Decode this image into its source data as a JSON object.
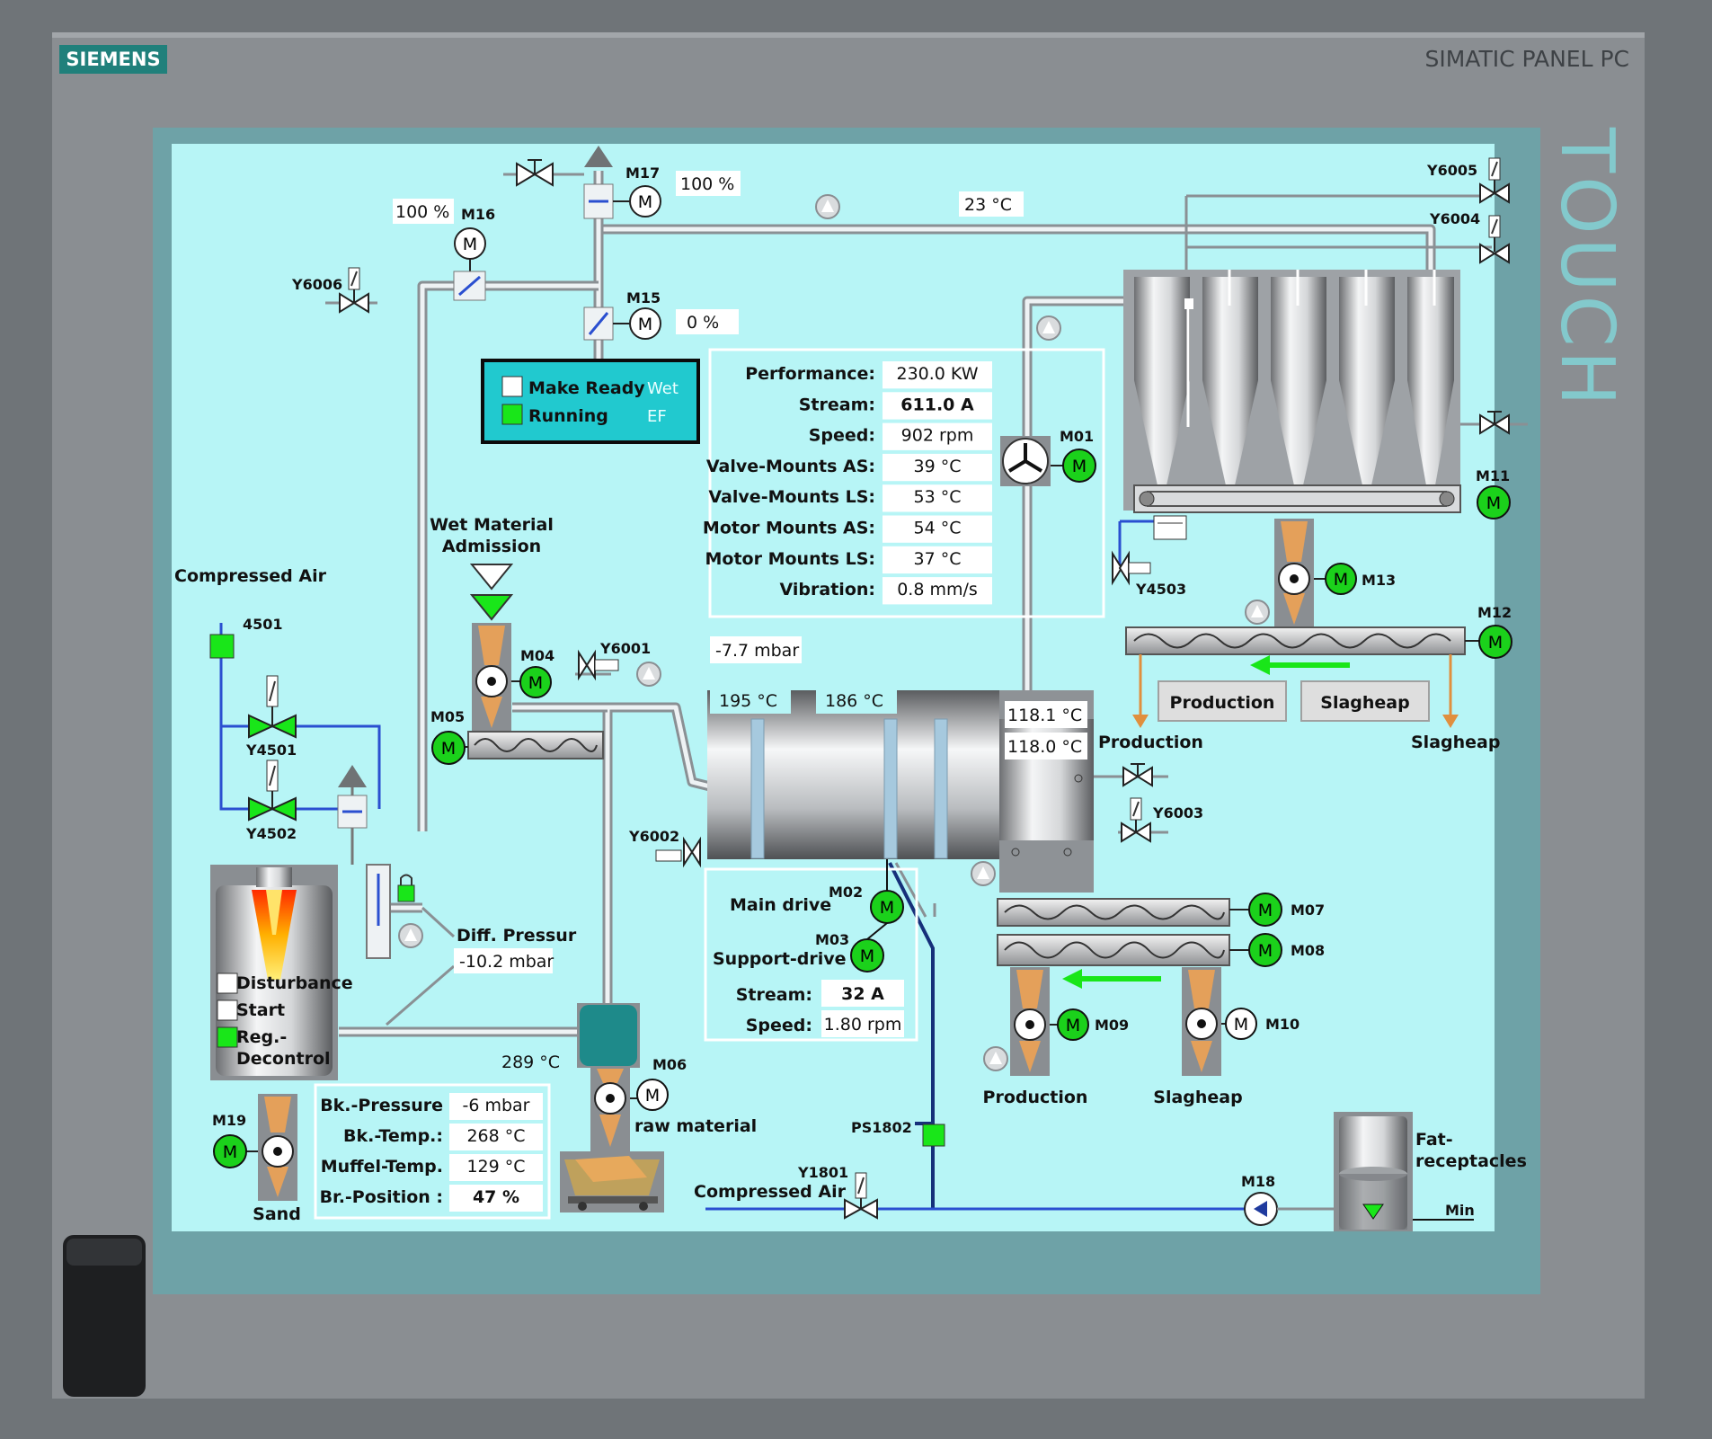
{
  "bezel": {
    "brand": "SIEMENS",
    "model": "SIMATIC PANEL PC",
    "touch_label": "TOUCH"
  },
  "status_box": {
    "make_ready": "Make Ready",
    "make_ready_mode": "Wet",
    "running": "Running",
    "running_mode": "EF"
  },
  "top_values": {
    "m17_pct": "100 %",
    "m16_pct": "100 %",
    "m15_pct": "0  %",
    "temp_top": "23 °C"
  },
  "performance_table": {
    "rows": [
      {
        "label": "Performance:",
        "value": "230.0 KW",
        "bold": false
      },
      {
        "label": "Stream:",
        "value": "611.0 A",
        "bold": true
      },
      {
        "label": "Speed:",
        "value": "902 rpm",
        "bold": false
      },
      {
        "label": "Valve-Mounts AS:",
        "value": "39 °C",
        "bold": false
      },
      {
        "label": "Valve-Mounts LS:",
        "value": "53 °C",
        "bold": false
      },
      {
        "label": "Motor Mounts AS:",
        "value": "54 °C",
        "bold": false
      },
      {
        "label": "Motor Mounts LS:",
        "value": "37 °C",
        "bold": false
      },
      {
        "label": "Vibration:",
        "value": "0.8 mm/s",
        "bold": false
      }
    ]
  },
  "motors": {
    "m01": "M01",
    "m02": "M02",
    "m03": "M03",
    "m04": "M04",
    "m05": "M05",
    "m06": "M06",
    "m07": "M07",
    "m08": "M08",
    "m09": "M09",
    "m10": "M10",
    "m11": "M11",
    "m12": "M12",
    "m13": "M13",
    "m15": "M15",
    "m16": "M16",
    "m17": "M17",
    "m18": "M18",
    "m19": "M19",
    "m_symbol": "M"
  },
  "valves": {
    "y6005": "Y6005",
    "y6004": "Y6004",
    "y6006": "Y6006",
    "y6001": "Y6001",
    "y6002": "Y6002",
    "y6003": "Y6003",
    "y4501": "Y4501",
    "y4502": "Y4502",
    "y4503": "Y4503",
    "y1801": "Y1801",
    "s4501": "4501",
    "ps1802": "PS1802"
  },
  "labels": {
    "compressed_air_top": "Compressed Air",
    "wet_material_1": "Wet Material",
    "wet_material_2": "Admission",
    "diff_pressure": "Diff. Pressur",
    "diff_pressure_value": "-10.2 mbar",
    "production_right": "Production",
    "slagheap_right": "Slagheap",
    "production_bottom": "Production",
    "slagheap_bottom": "Slagheap",
    "raw_material": "raw material",
    "sand": "Sand",
    "compressed_air_bottom": "Compressed Air",
    "fat_1": "Fat-",
    "fat_2": "receptacles",
    "min": "Min",
    "main_drive": "Main drive",
    "support_drive": "Support-drive"
  },
  "buttons": {
    "production": "Production",
    "slagheap": "Slagheap"
  },
  "burner_status": {
    "disturbance": "Disturbance",
    "start": "Start",
    "reg_1": "Reg.-",
    "reg_2": "Decontrol"
  },
  "drum_values": {
    "mbar": "-7.7  mbar",
    "t195": "195  °C",
    "t186": "186  °C",
    "t118a": "118.1 °C",
    "t118b": "118.0 °C",
    "t289": "289  °C"
  },
  "drive_table": {
    "stream_label": "Stream:",
    "stream_value": "32 A",
    "speed_label": "Speed:",
    "speed_value": "1.80 rpm"
  },
  "burner_table": {
    "rows": [
      {
        "label": "Bk.-Pressure",
        "value": "-6 mbar",
        "bold": false
      },
      {
        "label": "Bk.-Temp.:",
        "value": "268 °C",
        "bold": false
      },
      {
        "label": "Muffel-Temp.",
        "value": "129 °C",
        "bold": false
      },
      {
        "label": "Br.-Position :",
        "value": "47 %",
        "bold": true
      }
    ]
  },
  "colors": {
    "screen": "#b7f5f6",
    "screen_frame": "#6ea2a7",
    "bezel": "#898d91",
    "motor_on": "#1bd11b",
    "accent_green": "#19e619",
    "status_box": "#21c9cf",
    "pipe_blue": "#2a4fd0",
    "brand_teal": "#20807b"
  }
}
